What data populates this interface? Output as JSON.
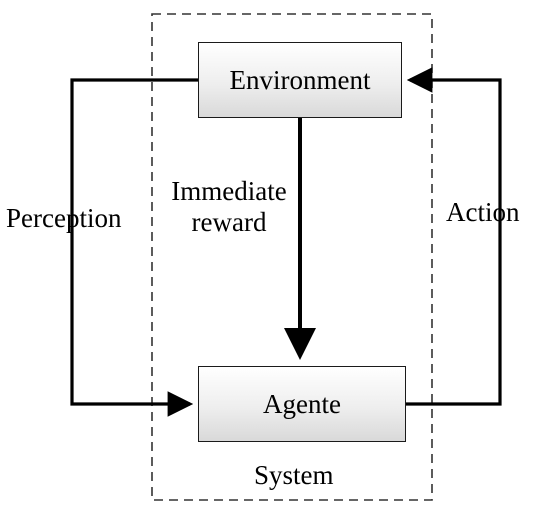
{
  "nodes": {
    "environment": "Environment",
    "agent": "Agente"
  },
  "edges": {
    "perception": "Perception",
    "action": "Action",
    "reward_line1": "Immediate",
    "reward_line2": "reward"
  },
  "boundary": {
    "label": "System"
  },
  "colors": {
    "stroke": "#000000",
    "node_fill_top": "#ffffff",
    "node_fill_bottom": "#d9d9d9",
    "boundary": "#333333"
  }
}
